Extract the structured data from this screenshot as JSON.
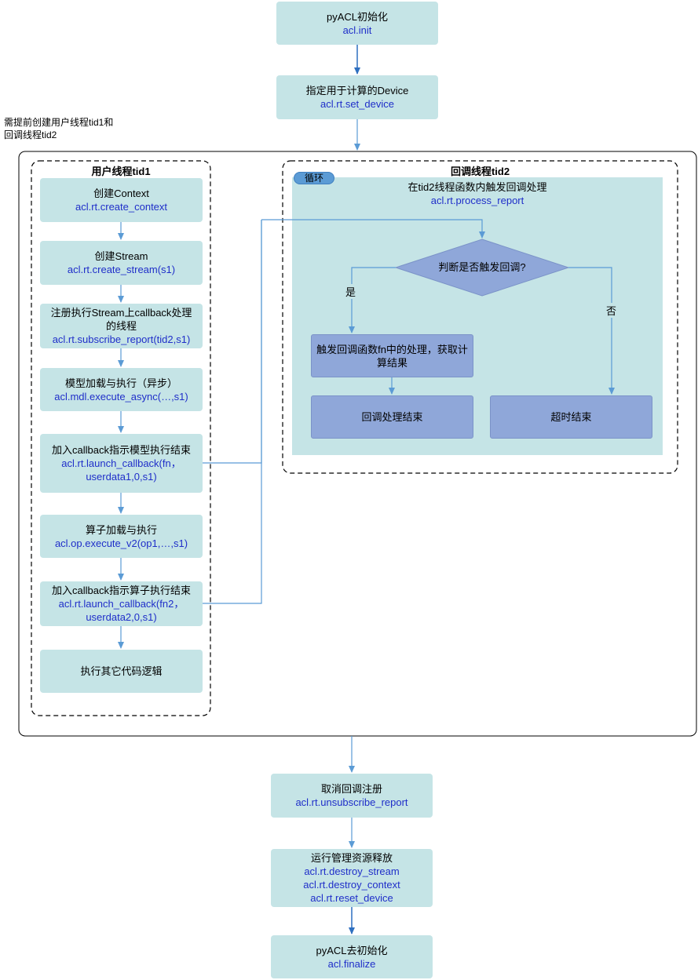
{
  "pre_note": [
    "需提前创建用户线程tid1和",
    "回调线程tid2"
  ],
  "top_steps": [
    {
      "line1": "pyACL初始化",
      "line2": "acl.init"
    },
    {
      "line1": "指定用于计算的Device",
      "line2": "acl.rt.set_device"
    }
  ],
  "user_thread": {
    "title": "用户线程tid1",
    "steps": [
      {
        "lines": [
          "创建Context"
        ],
        "api": [
          "acl.rt.create_context"
        ]
      },
      {
        "lines": [
          "创建Stream"
        ],
        "api": [
          "acl.rt.create_stream(s1)"
        ]
      },
      {
        "lines": [
          "注册执行Stream上callback处理",
          "的线程"
        ],
        "api": [
          "acl.rt.subscribe_report(tid2,s1)"
        ]
      },
      {
        "lines": [
          "模型加载与执行（异步）"
        ],
        "api": [
          "acl.mdl.execute_async(…,s1)"
        ]
      },
      {
        "lines": [
          "加入callback指示模型执行结束"
        ],
        "api": [
          "acl.rt.launch_callback(fn，",
          "userdata1,0,s1)"
        ]
      },
      {
        "lines": [
          "算子加载与执行"
        ],
        "api": [
          "acl.op.execute_v2(op1,…,s1)"
        ]
      },
      {
        "lines": [
          "加入callback指示算子执行结束"
        ],
        "api": [
          "acl.rt.launch_callback(fn2，",
          "userdata2,0,s1)"
        ]
      },
      {
        "lines": [
          "执行其它代码逻辑"
        ],
        "api": []
      }
    ]
  },
  "callback_thread": {
    "title": "回调线程tid2",
    "loop_label": "循环",
    "process_line1": "在tid2线程函数内触发回调处理",
    "process_line2": "acl.rt.process_report",
    "decision": "判断是否触发回调?",
    "yes": "是",
    "no": "否",
    "trigger_lines": [
      "触发回调函数fn中的处理，获取计",
      "算结果"
    ],
    "end_label": "回调处理结束",
    "timeout_label": "超时结束"
  },
  "bottom_steps": [
    {
      "lines": [
        "取消回调注册"
      ],
      "api": [
        "acl.rt.unsubscribe_report"
      ]
    },
    {
      "lines": [
        "运行管理资源释放"
      ],
      "api": [
        "acl.rt.destroy_stream",
        "acl.rt.destroy_context",
        "acl.rt.reset_device"
      ]
    },
    {
      "lines": [
        "pyACL去初始化"
      ],
      "api": [
        "acl.finalize"
      ]
    }
  ],
  "colors": {
    "step_fill": "#c5e4e6",
    "decision_fill": "#8fa7d9",
    "api_text": "#1f2ec9",
    "connector": "#5b9bd5",
    "loop_tag": "#5b9bd5"
  }
}
